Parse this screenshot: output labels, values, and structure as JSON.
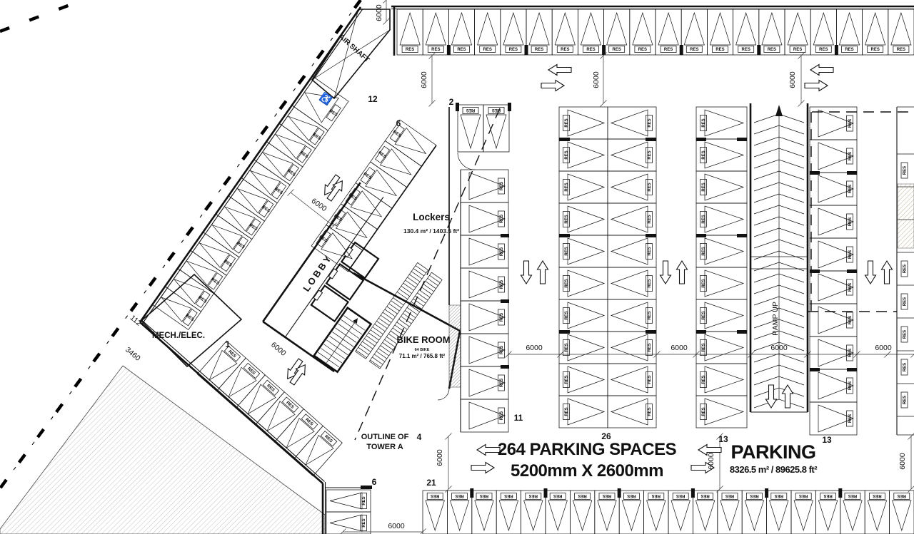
{
  "plan": {
    "summary": {
      "line1": "264 PARKING SPACES",
      "line2": "5200mm X 2600mm"
    },
    "zone": {
      "title": "PARKING",
      "area": "8326.5 m² / 89625.8 ft²"
    },
    "rooms": {
      "lockers": {
        "name": "Lockers",
        "area": "130.4 m² / 1403.5 ft²"
      },
      "bike": {
        "name": "BIKE ROOM",
        "capacity": "64 BIKE",
        "area": "71.1 m² / 765.8 ft²"
      },
      "lobby": "LOBBY",
      "mech": "MECH./ELEC.",
      "air": "AIR SHAFT",
      "ramp": "RAMP UP"
    },
    "tower_outline": {
      "line1": "OUTLINE OF",
      "line2": "TOWER A"
    },
    "stall_label": "RES",
    "icons": {
      "accessible_parking": "♿"
    },
    "counts": {
      "c12": "12",
      "c6a": "6",
      "c2": "2",
      "c1": "1",
      "c4": "4",
      "c11": "11",
      "c26": "26",
      "c13a": "13",
      "c13b": "13",
      "c21": "21",
      "c6b": "6"
    },
    "dims": {
      "bay": "6000",
      "d3460": "3460",
      "d112": "112"
    }
  }
}
